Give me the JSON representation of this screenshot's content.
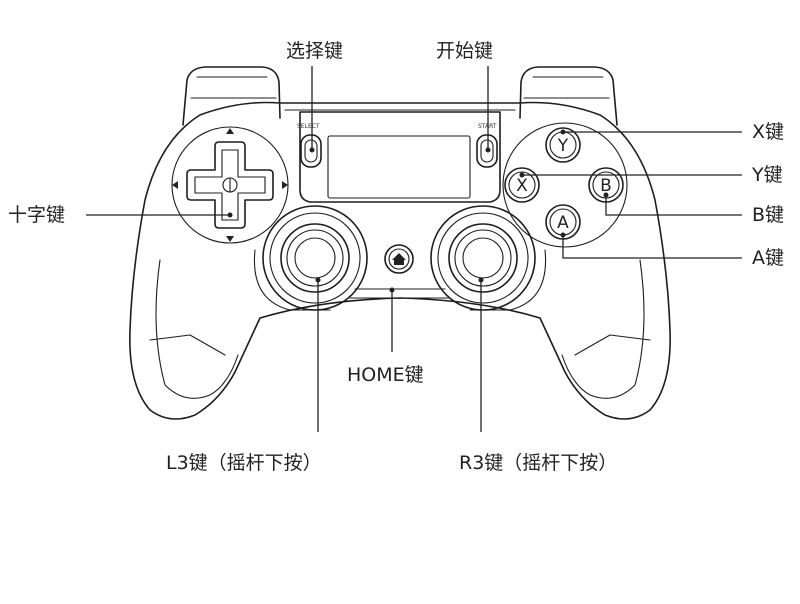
{
  "diagram": {
    "labels": {
      "select": "选择键",
      "start": "开始键",
      "x_key": "X键",
      "y_key": "Y键",
      "b_key": "B键",
      "a_key": "A键",
      "dpad": "十字键",
      "home": "HOME键",
      "l3": "L3键（摇杆下按）",
      "r3": "R3键（摇杆下按）"
    },
    "device": {
      "select_print": "SELECT",
      "start_print": "START",
      "face_buttons": {
        "top": "Y",
        "left": "X",
        "right": "B",
        "bottom": "A"
      }
    }
  }
}
